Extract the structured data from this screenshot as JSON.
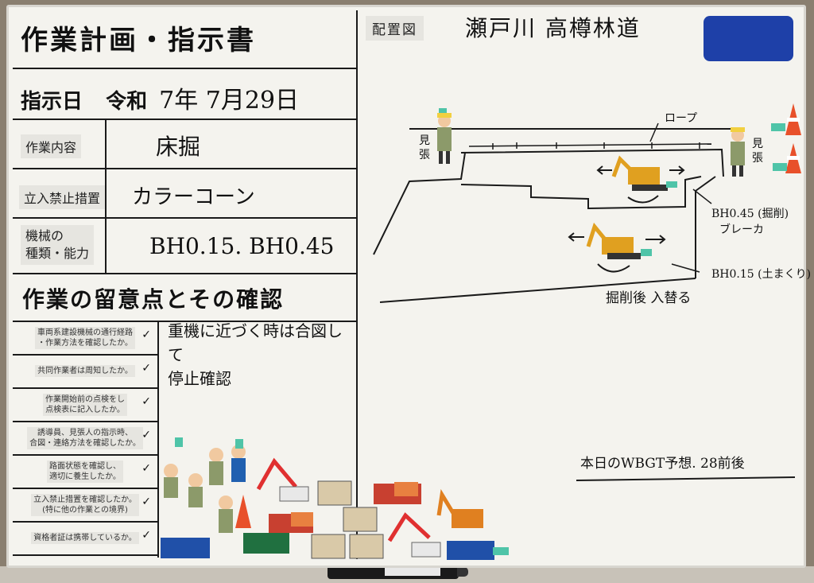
{
  "header": {
    "title": "作業計画・指示書",
    "date_label": "指示日",
    "era": "令和",
    "date_value": "7年 7月29日"
  },
  "fields": [
    {
      "label": "作業内容",
      "value": "床掘"
    },
    {
      "label": "立入禁止措置",
      "value": "カラーコーン"
    },
    {
      "label": "機械の\n種類・能力",
      "value": "BH0.15. BH0.45"
    }
  ],
  "section_title": "作業の留意点とその確認",
  "checks": [
    {
      "text": "車両系建設機械の通行経路\n・作業方法を確認したか。",
      "mark": "✓"
    },
    {
      "text": "共同作業者は周知したか。",
      "mark": "✓"
    },
    {
      "text": "作業開始前の点検をし\n点検表に記入したか。",
      "mark": "✓"
    },
    {
      "text": "誘導員、見張人の指示時、\n合図・連絡方法を確認したか。",
      "mark": "✓"
    },
    {
      "text": "路面状態を確認し、\n適切に養生したか。",
      "mark": "✓"
    },
    {
      "text": "立入禁止措置を確認したか。\n(特に他の作業との境界)",
      "mark": "✓"
    },
    {
      "text": "資格者証は携帯しているか。",
      "mark": "✓"
    }
  ],
  "note": [
    "重機に近づく時は合図して",
    "停止確認"
  ],
  "plan": {
    "title": "配置図",
    "route": "瀬戸川 高樽林道",
    "rope": "ロープ",
    "watch_left": "見\n張",
    "watch_right": "見\n張",
    "bh045": "BH0.45 (掘削)",
    "breaker": "ブレーカ",
    "bh015": "BH0.15 (土まくり)",
    "swap": "掘削後 入替る",
    "wbgt": "本日のWBGT予想. 28前後"
  },
  "colors": {
    "board": "#f4f3ee",
    "ink": "#1a1a1a",
    "magnet": "#1e40a8",
    "cone": "#e8502a",
    "excavator": "#e0a020"
  }
}
